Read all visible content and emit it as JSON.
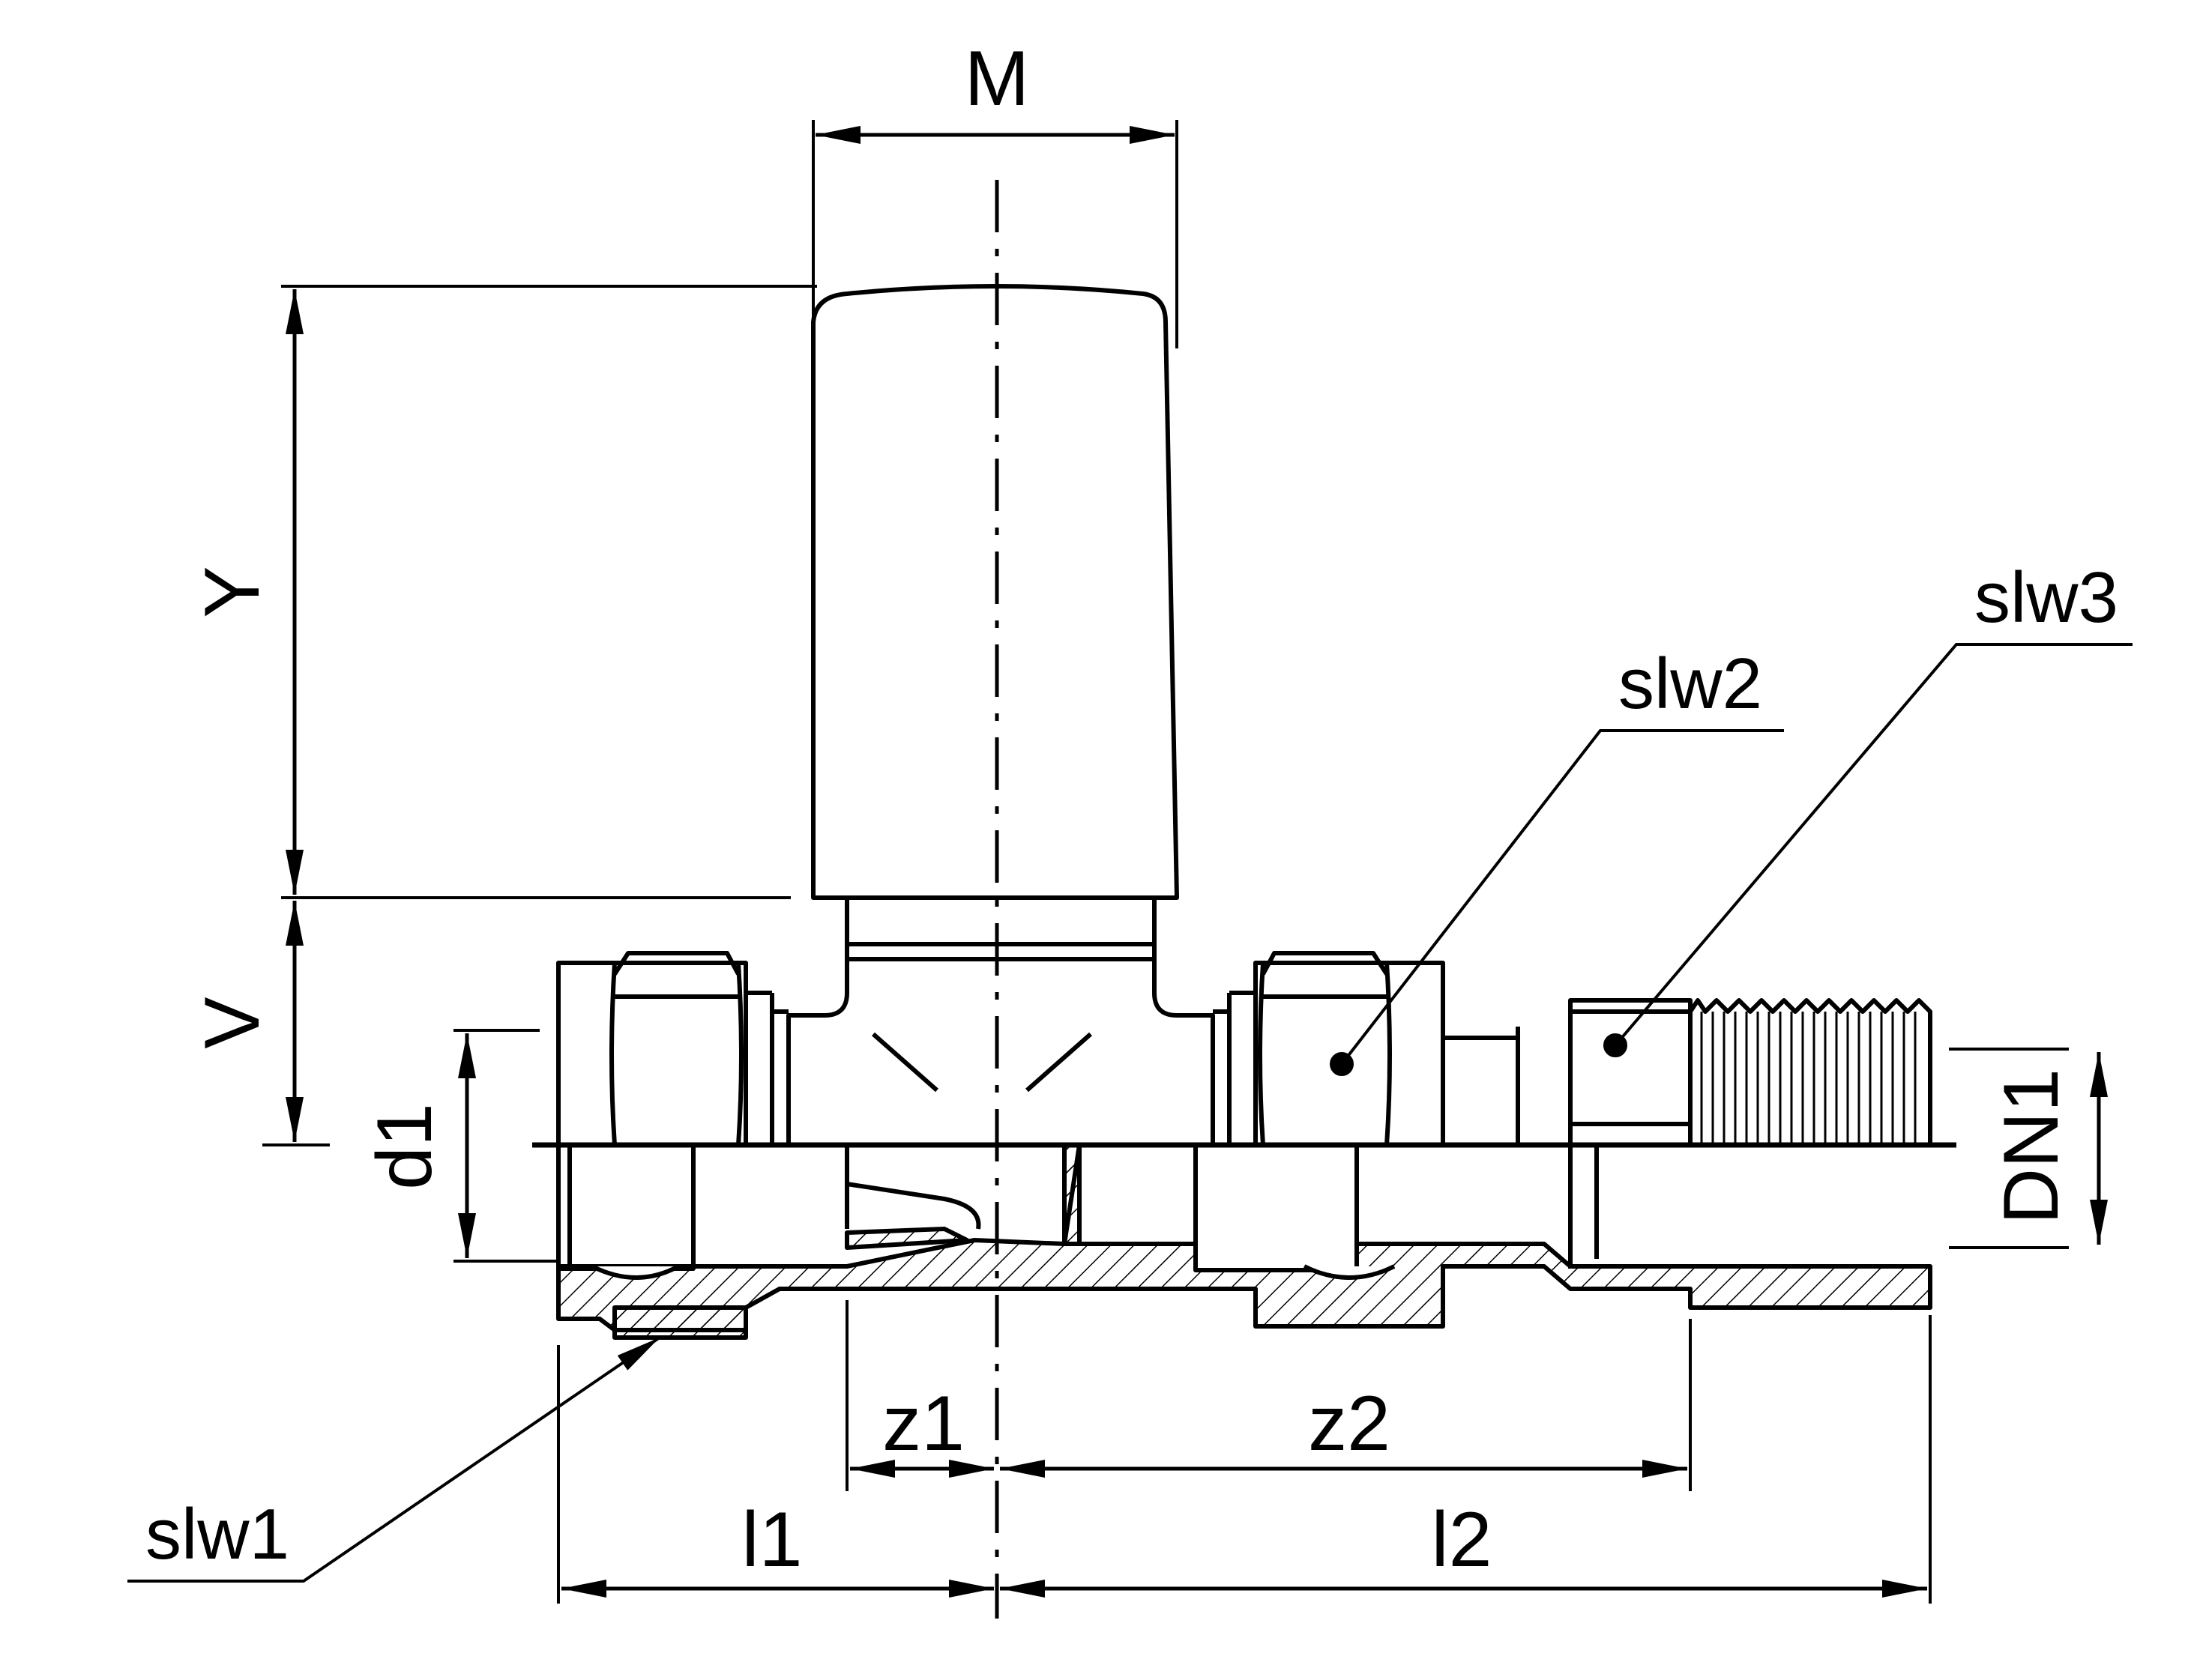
{
  "labels": {
    "M": "M",
    "Y": "Y",
    "V": "V",
    "d1": "d1",
    "DN1": "DN1",
    "z1": "z1",
    "z2": "z2",
    "l1": "l1",
    "l2": "l2",
    "slw1": "slw1",
    "slw2": "slw2",
    "slw3": "slw3"
  },
  "colors": {
    "line": "#000000",
    "background": "#ffffff"
  }
}
